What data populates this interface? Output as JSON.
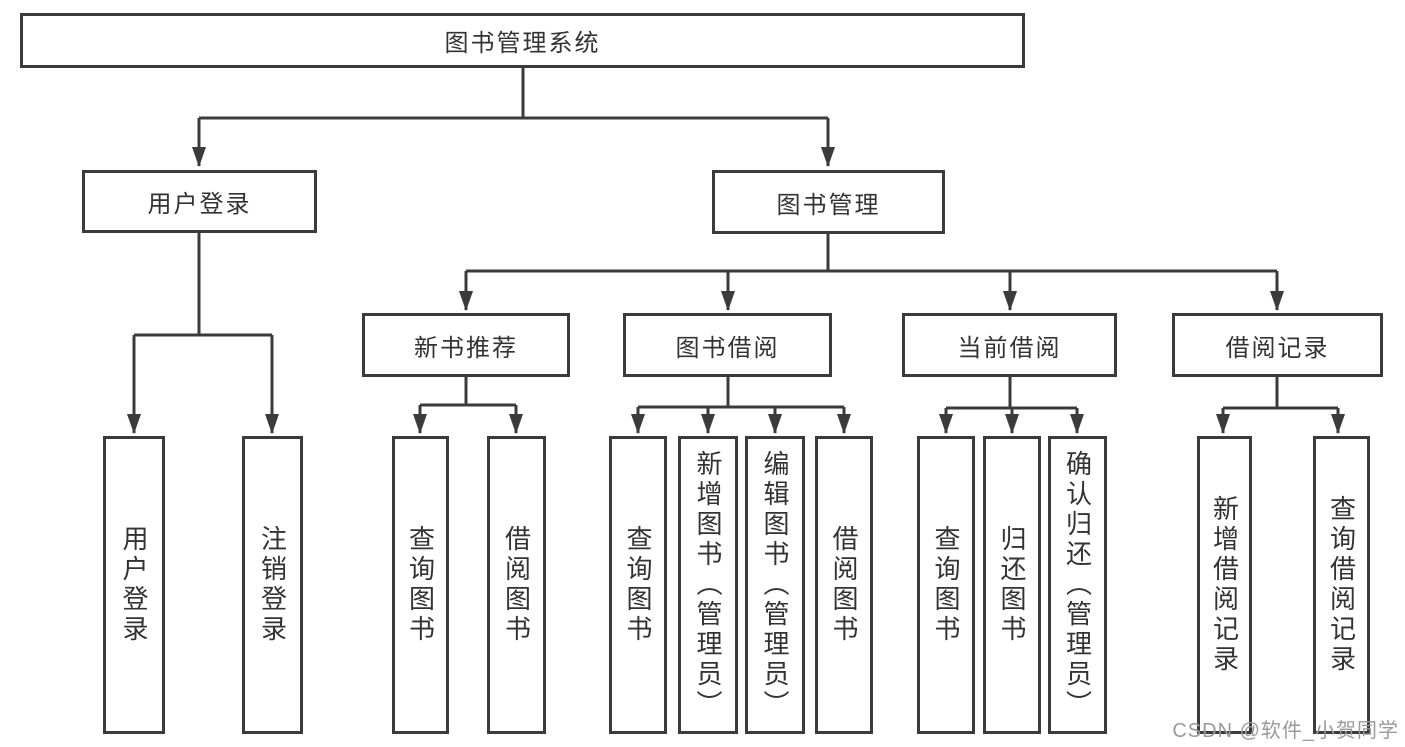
{
  "tree": {
    "root": {
      "label": "图书管理系统"
    },
    "children": [
      {
        "label": "用户登录",
        "children": [
          {
            "label": "用户登录"
          },
          {
            "label": "注销登录"
          }
        ]
      },
      {
        "label": "图书管理",
        "children": [
          {
            "label": "新书推荐",
            "children": [
              {
                "label": "查询图书"
              },
              {
                "label": "借阅图书"
              }
            ]
          },
          {
            "label": "图书借阅",
            "children": [
              {
                "label": "查询图书"
              },
              {
                "label": "新增图书（管理员）"
              },
              {
                "label": "编辑图书（管理员）"
              },
              {
                "label": "借阅图书"
              }
            ]
          },
          {
            "label": "当前借阅",
            "children": [
              {
                "label": "查询图书"
              },
              {
                "label": "归还图书"
              },
              {
                "label": "确认归还（管理员）"
              }
            ]
          },
          {
            "label": "借阅记录",
            "children": [
              {
                "label": "新增借阅记录"
              },
              {
                "label": "查询借阅记录"
              }
            ]
          }
        ]
      }
    ]
  },
  "watermark": "CSDN @软件_小贺同学",
  "colors": {
    "line": "#3b3b3b",
    "text": "#333333",
    "box_background": "#ffffff",
    "background": "#ffffff",
    "watermark": "#9a9a9a"
  }
}
